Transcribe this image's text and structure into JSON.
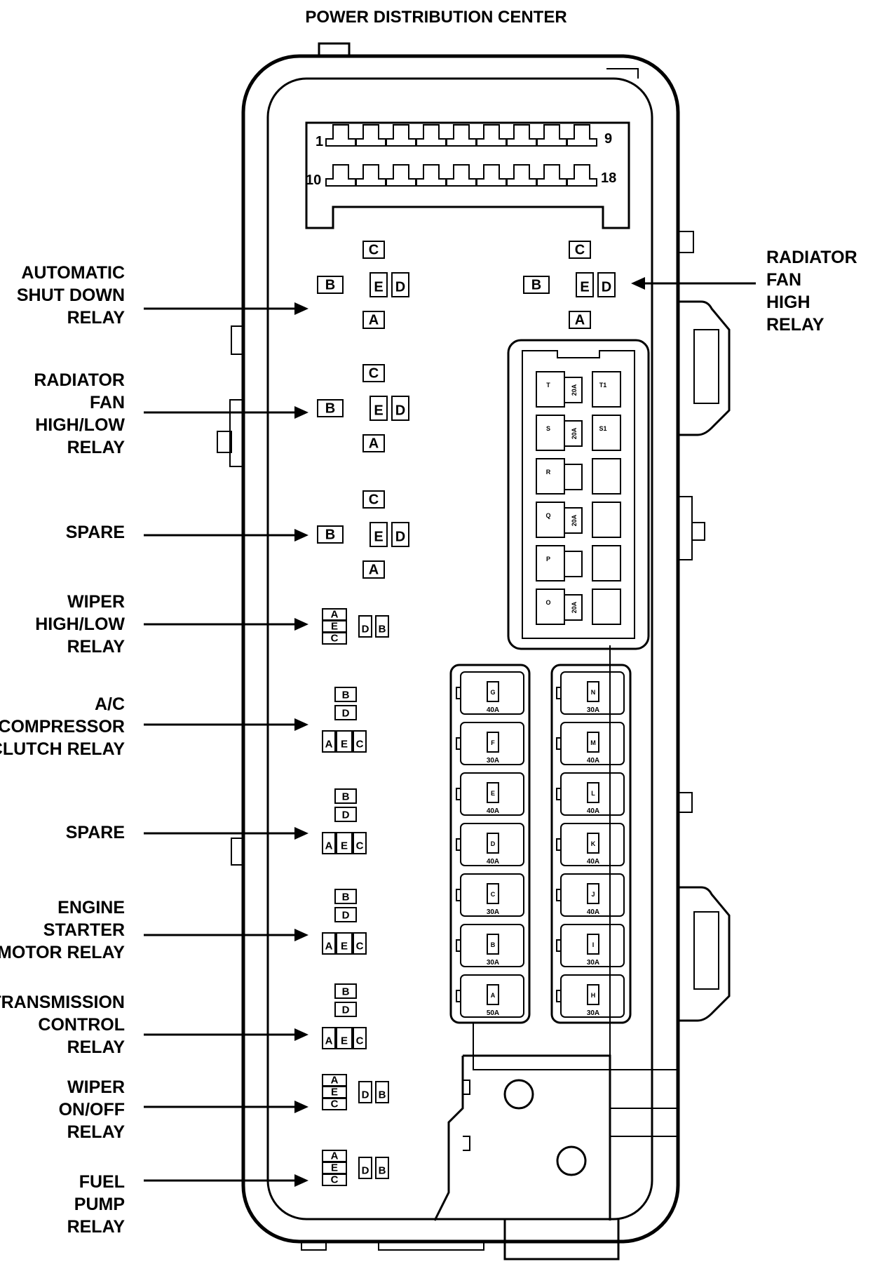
{
  "title": "POWER DISTRIBUTION CENTER",
  "connector": {
    "pin_tl": "1",
    "pin_tr": "9",
    "pin_bl": "10",
    "pin_br": "18"
  },
  "relays": [
    {
      "id": "asd",
      "lines": [
        "AUTOMATIC",
        "SHUT DOWN",
        "RELAY"
      ]
    },
    {
      "id": "rad-fan-high",
      "lines": [
        "RADIATOR",
        "FAN",
        "HIGH",
        "RELAY"
      ]
    },
    {
      "id": "rad-fan-high-low",
      "lines": [
        "RADIATOR",
        "FAN",
        "HIGH/LOW",
        "RELAY"
      ]
    },
    {
      "id": "spare-1",
      "lines": [
        "SPARE"
      ]
    },
    {
      "id": "wiper-high-low",
      "lines": [
        "WIPER",
        "HIGH/LOW",
        "RELAY"
      ]
    },
    {
      "id": "ac-clutch",
      "lines": [
        "A/C",
        "COMPRESSOR",
        "CLUTCH RELAY"
      ]
    },
    {
      "id": "spare-2",
      "lines": [
        "SPARE"
      ]
    },
    {
      "id": "starter",
      "lines": [
        "ENGINE",
        "STARTER",
        "MOTOR RELAY"
      ]
    },
    {
      "id": "trans-control",
      "lines": [
        "TRANSMISSION",
        "CONTROL",
        "RELAY"
      ]
    },
    {
      "id": "wiper-on-off",
      "lines": [
        "WIPER",
        "ON/OFF",
        "RELAY"
      ]
    },
    {
      "id": "fuel-pump",
      "lines": [
        "FUEL",
        "PUMP",
        "RELAY"
      ]
    }
  ],
  "terminals": {
    "a": "A",
    "b": "B",
    "c": "C",
    "d": "D",
    "e": "E"
  },
  "mini_fuses": [
    {
      "left": "T",
      "amp": "20A",
      "right": "T1"
    },
    {
      "left": "S",
      "amp": "20A",
      "right": "S1"
    },
    {
      "left": "R",
      "amp": "",
      "right": ""
    },
    {
      "left": "Q",
      "amp": "20A",
      "right": ""
    },
    {
      "left": "P",
      "amp": "",
      "right": ""
    },
    {
      "left": "O",
      "amp": "20A",
      "right": ""
    }
  ],
  "maxi_fuses_left": [
    {
      "letter": "G",
      "amp": "40A"
    },
    {
      "letter": "F",
      "amp": "30A"
    },
    {
      "letter": "E",
      "amp": "40A"
    },
    {
      "letter": "D",
      "amp": "40A"
    },
    {
      "letter": "C",
      "amp": "30A"
    },
    {
      "letter": "B",
      "amp": "30A"
    },
    {
      "letter": "A",
      "amp": "50A"
    }
  ],
  "maxi_fuses_right": [
    {
      "letter": "N",
      "amp": "30A"
    },
    {
      "letter": "M",
      "amp": "40A"
    },
    {
      "letter": "L",
      "amp": "40A"
    },
    {
      "letter": "K",
      "amp": "40A"
    },
    {
      "letter": "J",
      "amp": "40A"
    },
    {
      "letter": "I",
      "amp": "30A"
    },
    {
      "letter": "H",
      "amp": "30A"
    }
  ]
}
